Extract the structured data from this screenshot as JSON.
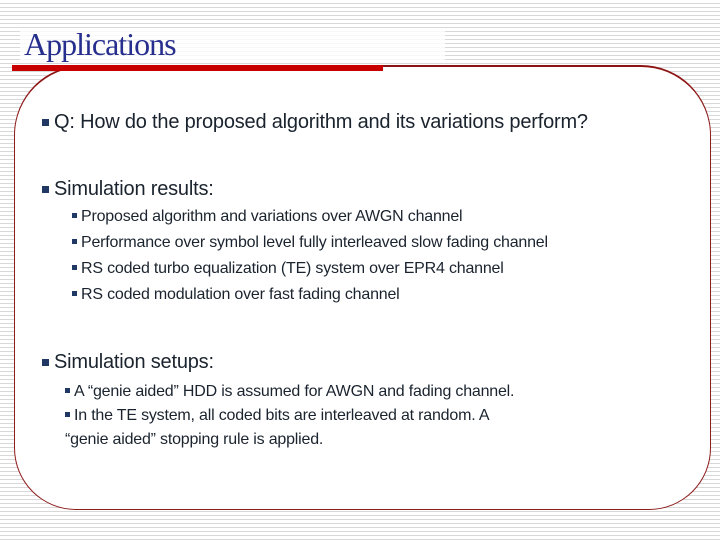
{
  "slide": {
    "title": "Applications",
    "question": "Q: How do the proposed algorithm and its variations perform?",
    "results": {
      "heading": "Simulation results:",
      "items": [
        "Proposed algorithm and variations over AWGN channel",
        "Performance over symbol level fully interleaved slow fading channel",
        "RS coded turbo equalization (TE) system over EPR4 channel",
        "RS coded modulation over fast fading channel"
      ]
    },
    "setups": {
      "heading": "Simulation setups:",
      "item1": "A “genie aided” HDD is assumed for AWGN and fading channel.",
      "item2_line1": "In the TE system, all coded bits are interleaved at random. A",
      "item2_line2": "“genie aided” stopping rule is applied."
    }
  },
  "colors": {
    "title_navy": "#272f8e",
    "bar_red": "#c80000",
    "frame_border_red": "#8e1d1d",
    "bullet_navy": "#1f3864",
    "body_text": "#1a232e",
    "stripe_gray": "#d8d8d8"
  }
}
